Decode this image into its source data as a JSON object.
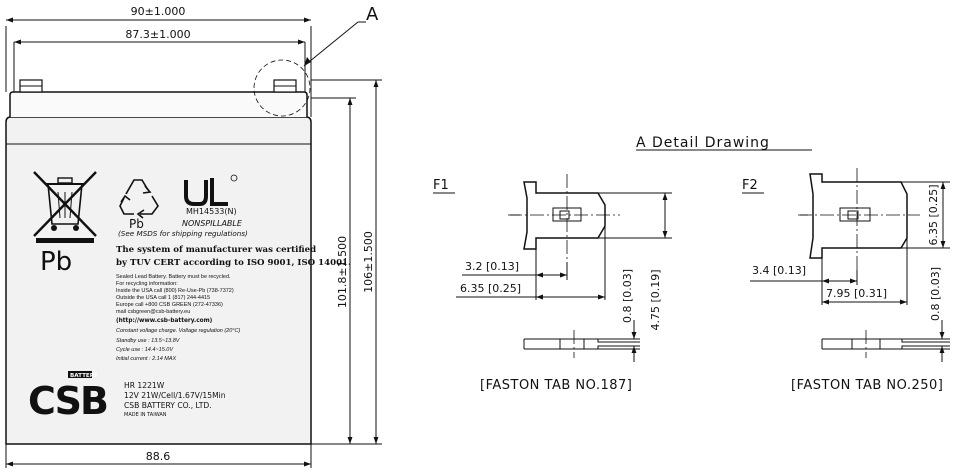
{
  "battery_drawing": {
    "dim_width_outer": "90±1.000",
    "dim_width_terminals": "87.3±1.000",
    "dim_width_bottom": "88.6",
    "dim_height_body": "101.8±1.500",
    "dim_height_total": "106±1.500",
    "detail_marker": "A"
  },
  "label": {
    "pb_small": "Pb",
    "pb_big": "Pb",
    "ul_code": "MH14533(N)",
    "nonspillable": "NONSPILLABLE",
    "msds_note": "(See MSDS for shipping regulations)",
    "cert_line1": "The system of manufacturer was certified",
    "cert_line2": "by TUV CERT according to ISO 9001, ISO 14001.",
    "recycle_lines": [
      "Sealed Lead Battery. Battery must be recycled.",
      "For recycling information:",
      "Inside   the USA call (800) Re-Use-Pb (738-7372)",
      "Outside the USA call 1 (817) 244-4415",
      "Europe call   +800 CSB GREEN (272-47336)",
      "          mail   csbgreen@csb-battery.eu"
    ],
    "website": "(http://www.csb-battery.com)",
    "charge_lines": [
      "Constant voltage charge. Voltage regulation (20°C)",
      "Standby use   : 13.5~13.8V",
      "Cycle use      : 14.4~15.0V",
      "Initial current : 2.14 MAX"
    ],
    "brand_tag": "BATTERY",
    "brand_logo": "CSB",
    "model": "HR 1221W",
    "spec": "12V 21W/Cell/1.67V/15Min",
    "company": "CSB BATTERY CO., LTD.",
    "origin": "MADE IN TAIWAN"
  },
  "detail": {
    "title": "A Detail Drawing",
    "f1": {
      "label": "F1",
      "dim_a": "3.2 [0.13]",
      "dim_b": "6.35 [0.25]",
      "dim_c": "0.8 [0.03]",
      "dim_d": "4.75 [0.19]",
      "caption": "[FASTON TAB NO.187]"
    },
    "f2": {
      "label": "F2",
      "dim_a": "3.4 [0.13]",
      "dim_b": "7.95 [0.31]",
      "dim_c": "0.8 [0.03]",
      "dim_d": "6.35 [0.25]",
      "caption": "[FASTON TAB NO.250]"
    }
  },
  "colors": {
    "line": "#111111",
    "body_fill": "#f2f2f2",
    "background": "#ffffff"
  }
}
